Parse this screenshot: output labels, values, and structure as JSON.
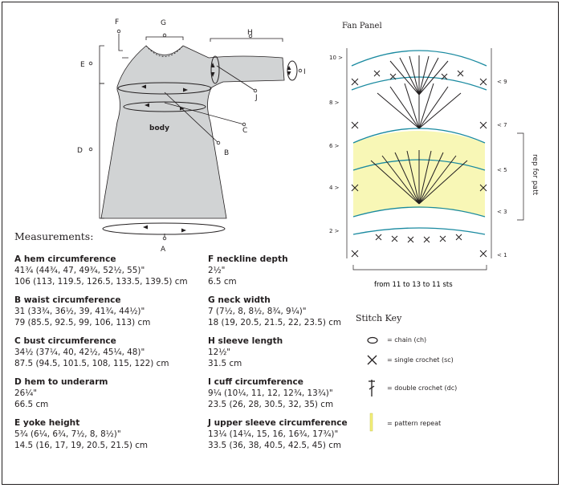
{
  "garment": {
    "body_label": "body",
    "letters": {
      "A": "A",
      "B": "B",
      "C": "C",
      "D": "D",
      "E": "E",
      "F": "F",
      "G": "G",
      "H": "H",
      "I": "I",
      "J": "J"
    }
  },
  "fan_panel": {
    "title": "Fan Panel",
    "right_rows": [
      "10 >",
      "8 >",
      "6 >",
      "4 >",
      "2 >"
    ],
    "left_rows": [
      "< 9",
      "< 7",
      "< 5",
      "< 3",
      "< 1"
    ],
    "repeat_label": "rep for patt",
    "stitch_range": "from 11 to 13 to 11 sts"
  },
  "stitch_key": {
    "title": "Stitch Key",
    "items": [
      {
        "label": "= chain (ch)",
        "icon": "chain-icon"
      },
      {
        "label": "= single crochet (sc)",
        "icon": "single-crochet-icon"
      },
      {
        "label": "= double crochet (dc)",
        "icon": "double-crochet-icon"
      },
      {
        "label": "= pattern repeat",
        "icon": "pattern-repeat-icon"
      }
    ]
  },
  "measurements": {
    "title": "Measurements:",
    "left": [
      {
        "title": "A hem circumference",
        "lines": [
          "41¾ (44¾, 47, 49¾, 52½, 55)\"",
          "106 (113, 119.5, 126.5, 133.5, 139.5) cm"
        ]
      },
      {
        "title": "B waist circumference",
        "lines": [
          "31 (33¾, 36½, 39, 41¾, 44½)\"",
          "79 (85.5, 92.5, 99, 106, 113) cm"
        ]
      },
      {
        "title": "C bust circumference",
        "lines": [
          "34½ (37¼, 40, 42½, 45¼, 48)\"",
          "87.5 (94.5, 101.5, 108, 115, 122) cm"
        ]
      },
      {
        "title": "D hem to underarm",
        "lines": [
          "26¼\"",
          "66.5 cm"
        ]
      },
      {
        "title": "E yoke height",
        "lines": [
          "5¾ (6¼, 6¾, 7½, 8, 8½)\"",
          "14.5 (16, 17, 19, 20.5, 21.5) cm"
        ]
      }
    ],
    "right": [
      {
        "title": "F neckline depth",
        "lines": [
          "2½\"",
          "6.5 cm"
        ]
      },
      {
        "title": "G neck width",
        "lines": [
          "7 (7½, 8, 8½, 8¾, 9¼)\"",
          "18 (19, 20.5, 21.5, 22, 23.5) cm"
        ]
      },
      {
        "title": "H sleeve length",
        "lines": [
          "12½\"",
          "31.5 cm"
        ]
      },
      {
        "title": "I cuff circumference",
        "lines": [
          "9¼ (10¼, 11, 12, 12¾, 13¾)\"",
          "23.5 (26, 28, 30.5, 32, 35) cm"
        ]
      },
      {
        "title": "J upper sleeve circumference",
        "lines": [
          "13¼ (14¼, 15, 16, 16¾, 17¾)\"",
          "33.5 (36, 38, 40.5, 42.5, 45) cm"
        ]
      }
    ]
  },
  "colors": {
    "garment_fill": "#d1d3d4",
    "chain_stitch": "#1a8aa0",
    "repeat_highlight": "#f3f07a",
    "outline": "#231f20"
  }
}
